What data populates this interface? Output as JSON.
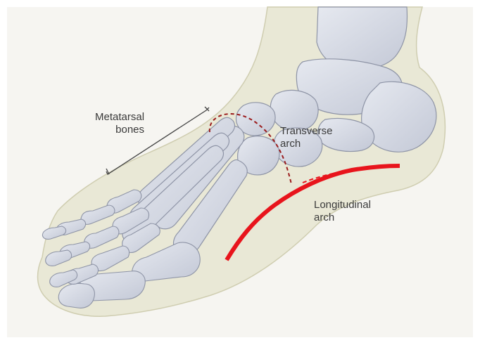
{
  "labels": {
    "metatarsal": [
      "Metatarsal",
      "bones"
    ],
    "transverse": [
      "Transverse",
      "arch"
    ],
    "longitudinal": [
      "Longitudinal",
      "arch"
    ]
  },
  "colors": {
    "background": "#ffffff",
    "panel": "#f5f4f0",
    "skin_fill": "#e9e8d4",
    "skin_stroke": "#c9c7a8",
    "bone_fill": "#cfd3de",
    "bone_light": "#e3e6ee",
    "bone_stroke": "#8e94a6",
    "transverse_arch": "#9b1c1c",
    "longitudinal_arch": "#e8141c",
    "bracket": "#444444",
    "text": "#3a3a3a"
  },
  "icons": {
    "foot": "foot-skeleton-illustration",
    "bracket": "metatarsal-bracket",
    "transverse": "transverse-arch-dashed-curve",
    "longitudinal": "longitudinal-arch-red-curve"
  }
}
